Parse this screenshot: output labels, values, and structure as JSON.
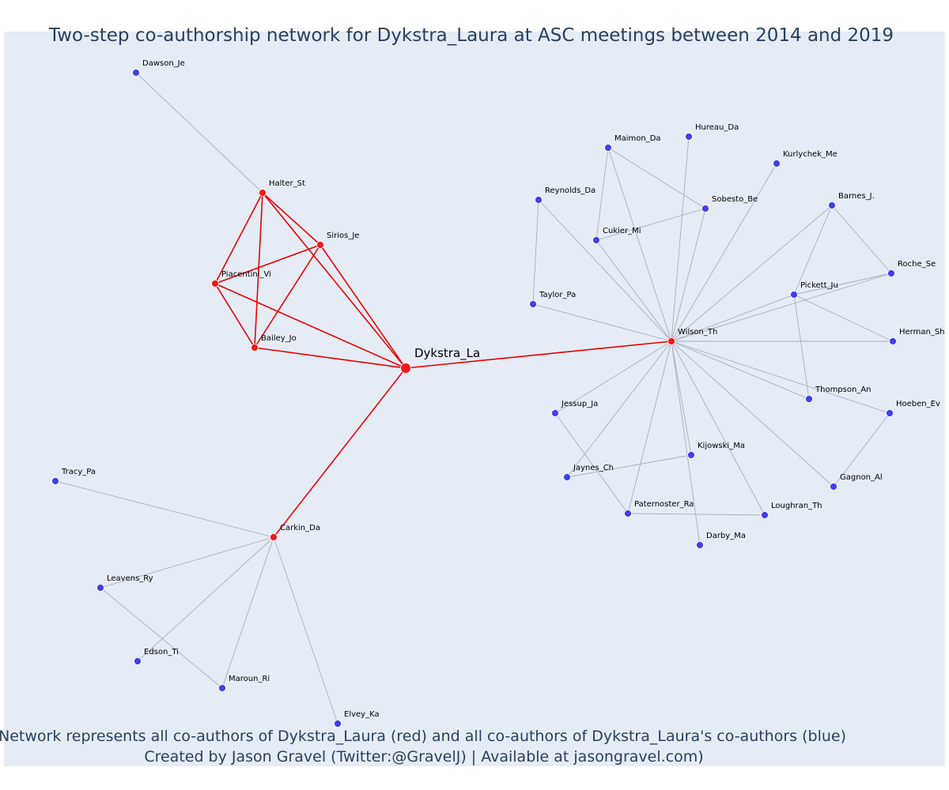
{
  "title": "Two-step co-authorship network for Dykstra_Laura at ASC meetings between 2014 and 2019",
  "caption_line1": "Network represents all co-authors of Dykstra_Laura (red) and all co-authors of Dykstra_Laura's co-authors (blue)",
  "caption_line2": "Created by Jason Gravel (Twitter:@GravelJ) | Available at jasongravel.com)",
  "colors": {
    "background": "#e5ecf6",
    "first_degree": "#ef1a1a",
    "second_degree": "#4040e8",
    "first_degree_edge": "#ee0000",
    "second_degree_edge": "#a9adbd",
    "text": "#2a3f5f"
  },
  "focal_node": "Dykstra_La",
  "nodes": [
    {
      "id": "Dykstra_La",
      "group": "focal"
    },
    {
      "id": "Halter_St",
      "group": "first"
    },
    {
      "id": "Sirios_Je",
      "group": "first"
    },
    {
      "id": "Piacentini_Vi",
      "group": "first"
    },
    {
      "id": "Bailey_Jo",
      "group": "first"
    },
    {
      "id": "Carkin_Da",
      "group": "first"
    },
    {
      "id": "Wilson_Th",
      "group": "first"
    },
    {
      "id": "Dawson_Je",
      "group": "second"
    },
    {
      "id": "Tracy_Pa",
      "group": "second"
    },
    {
      "id": "Leavens_Ry",
      "group": "second"
    },
    {
      "id": "Edson_Ti",
      "group": "second"
    },
    {
      "id": "Maroun_Ri",
      "group": "second"
    },
    {
      "id": "Elvey_Ka",
      "group": "second"
    },
    {
      "id": "Maimon_Da",
      "group": "second"
    },
    {
      "id": "Hureau_Da",
      "group": "second"
    },
    {
      "id": "Kurlychek_Me",
      "group": "second"
    },
    {
      "id": "Reynolds_Da",
      "group": "second"
    },
    {
      "id": "Sobesto_Be",
      "group": "second"
    },
    {
      "id": "Cukier_Mi",
      "group": "second"
    },
    {
      "id": "Barnes_J.",
      "group": "second"
    },
    {
      "id": "Roche_Se",
      "group": "second"
    },
    {
      "id": "Pickett_Ju",
      "group": "second"
    },
    {
      "id": "Taylor_Pa",
      "group": "second"
    },
    {
      "id": "Herman_Sh",
      "group": "second"
    },
    {
      "id": "Thompson_An",
      "group": "second"
    },
    {
      "id": "Hoeben_Ev",
      "group": "second"
    },
    {
      "id": "Jessup_Ja",
      "group": "second"
    },
    {
      "id": "Kijowski_Ma",
      "group": "second"
    },
    {
      "id": "Jaynes_Ch",
      "group": "second"
    },
    {
      "id": "Gagnon_Al",
      "group": "second"
    },
    {
      "id": "Paternoster_Ra",
      "group": "second"
    },
    {
      "id": "Loughran_Th",
      "group": "second"
    },
    {
      "id": "Darby_Ma",
      "group": "second"
    }
  ],
  "edges": [
    {
      "source": "Dykstra_La",
      "target": "Halter_St",
      "type": "first"
    },
    {
      "source": "Dykstra_La",
      "target": "Sirios_Je",
      "type": "first"
    },
    {
      "source": "Dykstra_La",
      "target": "Piacentini_Vi",
      "type": "first"
    },
    {
      "source": "Dykstra_La",
      "target": "Bailey_Jo",
      "type": "first"
    },
    {
      "source": "Dykstra_La",
      "target": "Carkin_Da",
      "type": "first"
    },
    {
      "source": "Dykstra_La",
      "target": "Wilson_Th",
      "type": "first"
    },
    {
      "source": "Halter_St",
      "target": "Sirios_Je",
      "type": "first"
    },
    {
      "source": "Halter_St",
      "target": "Piacentini_Vi",
      "type": "first"
    },
    {
      "source": "Halter_St",
      "target": "Bailey_Jo",
      "type": "first"
    },
    {
      "source": "Sirios_Je",
      "target": "Piacentini_Vi",
      "type": "first"
    },
    {
      "source": "Sirios_Je",
      "target": "Bailey_Jo",
      "type": "first"
    },
    {
      "source": "Piacentini_Vi",
      "target": "Bailey_Jo",
      "type": "first"
    },
    {
      "source": "Halter_St",
      "target": "Dawson_Je",
      "type": "second"
    },
    {
      "source": "Carkin_Da",
      "target": "Tracy_Pa",
      "type": "second"
    },
    {
      "source": "Carkin_Da",
      "target": "Leavens_Ry",
      "type": "second"
    },
    {
      "source": "Carkin_Da",
      "target": "Edson_Ti",
      "type": "second"
    },
    {
      "source": "Carkin_Da",
      "target": "Maroun_Ri",
      "type": "second"
    },
    {
      "source": "Carkin_Da",
      "target": "Elvey_Ka",
      "type": "second"
    },
    {
      "source": "Leavens_Ry",
      "target": "Maroun_Ri",
      "type": "second"
    },
    {
      "source": "Wilson_Th",
      "target": "Maimon_Da",
      "type": "second"
    },
    {
      "source": "Wilson_Th",
      "target": "Hureau_Da",
      "type": "second"
    },
    {
      "source": "Wilson_Th",
      "target": "Kurlychek_Me",
      "type": "second"
    },
    {
      "source": "Wilson_Th",
      "target": "Reynolds_Da",
      "type": "second"
    },
    {
      "source": "Wilson_Th",
      "target": "Sobesto_Be",
      "type": "second"
    },
    {
      "source": "Wilson_Th",
      "target": "Cukier_Mi",
      "type": "second"
    },
    {
      "source": "Wilson_Th",
      "target": "Barnes_J.",
      "type": "second"
    },
    {
      "source": "Wilson_Th",
      "target": "Roche_Se",
      "type": "second"
    },
    {
      "source": "Wilson_Th",
      "target": "Pickett_Ju",
      "type": "second"
    },
    {
      "source": "Wilson_Th",
      "target": "Taylor_Pa",
      "type": "second"
    },
    {
      "source": "Wilson_Th",
      "target": "Herman_Sh",
      "type": "second"
    },
    {
      "source": "Wilson_Th",
      "target": "Thompson_An",
      "type": "second"
    },
    {
      "source": "Wilson_Th",
      "target": "Hoeben_Ev",
      "type": "second"
    },
    {
      "source": "Wilson_Th",
      "target": "Jessup_Ja",
      "type": "second"
    },
    {
      "source": "Wilson_Th",
      "target": "Kijowski_Ma",
      "type": "second"
    },
    {
      "source": "Wilson_Th",
      "target": "Jaynes_Ch",
      "type": "second"
    },
    {
      "source": "Wilson_Th",
      "target": "Gagnon_Al",
      "type": "second"
    },
    {
      "source": "Wilson_Th",
      "target": "Paternoster_Ra",
      "type": "second"
    },
    {
      "source": "Wilson_Th",
      "target": "Loughran_Th",
      "type": "second"
    },
    {
      "source": "Wilson_Th",
      "target": "Darby_Ma",
      "type": "second"
    },
    {
      "source": "Maimon_Da",
      "target": "Cukier_Mi",
      "type": "second"
    },
    {
      "source": "Maimon_Da",
      "target": "Sobesto_Be",
      "type": "second"
    },
    {
      "source": "Cukier_Mi",
      "target": "Sobesto_Be",
      "type": "second"
    },
    {
      "source": "Reynolds_Da",
      "target": "Taylor_Pa",
      "type": "second"
    },
    {
      "source": "Barnes_J.",
      "target": "Pickett_Ju",
      "type": "second"
    },
    {
      "source": "Barnes_J.",
      "target": "Roche_Se",
      "type": "second"
    },
    {
      "source": "Pickett_Ju",
      "target": "Roche_Se",
      "type": "second"
    },
    {
      "source": "Pickett_Ju",
      "target": "Herman_Sh",
      "type": "second"
    },
    {
      "source": "Pickett_Ju",
      "target": "Thompson_An",
      "type": "second"
    },
    {
      "source": "Hoeben_Ev",
      "target": "Gagnon_Al",
      "type": "second"
    },
    {
      "source": "Jessup_Ja",
      "target": "Paternoster_Ra",
      "type": "second"
    },
    {
      "source": "Jaynes_Ch",
      "target": "Kijowski_Ma",
      "type": "second"
    },
    {
      "source": "Paternoster_Ra",
      "target": "Loughran_Th",
      "type": "second"
    }
  ]
}
